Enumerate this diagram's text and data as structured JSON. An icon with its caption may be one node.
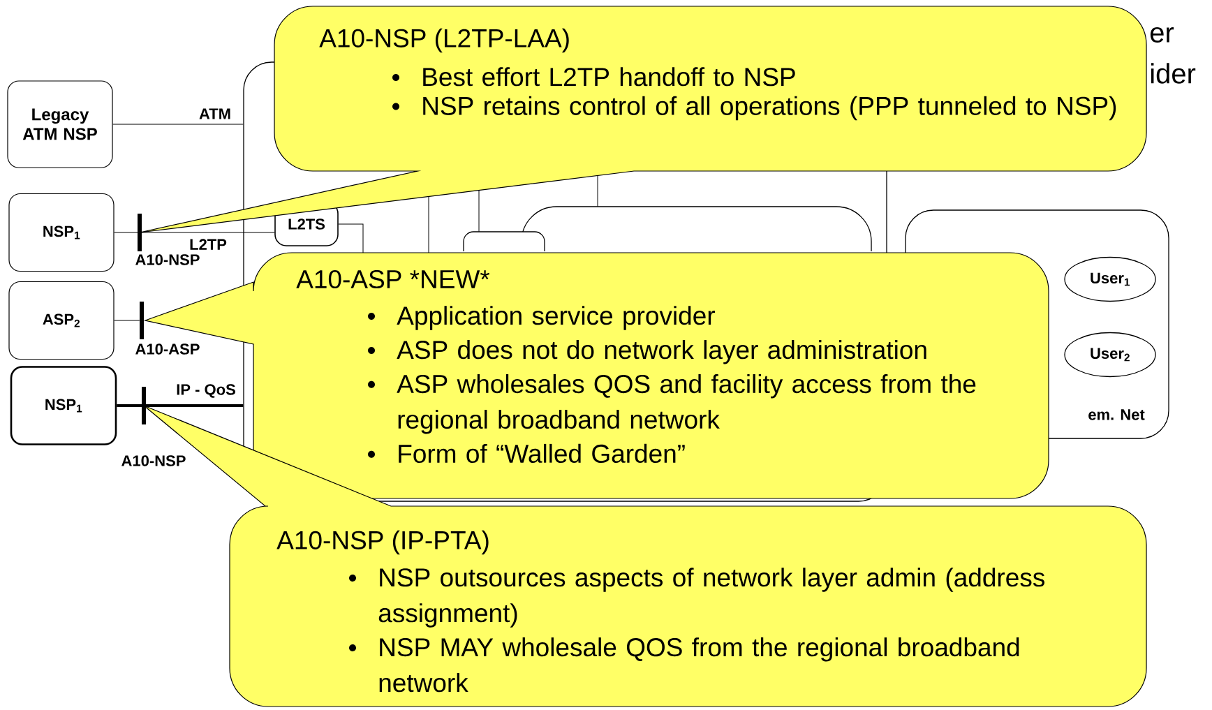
{
  "diagram": {
    "nodes": [
      {
        "text": [
          "Legacy ATM NSP"
        ]
      },
      {
        "text": [
          "NSP$_{1}$"
        ]
      },
      {
        "text": [
          "ASP$_{2}$"
        ]
      },
      {
        "text": [
          "NSP$_{1}$"
        ]
      },
      {
        "text": [],
        "shape": "box"
      },
      {
        "text": [
          "L2TS"
        ],
        "in": 4
      },
      {
        "text": [],
        "shape": "box",
        "in": 4
      },
      {
        "text": [],
        "shape": "box",
        "in": 4
      },
      {
        "text": [
          "em. Net"
        ]
      },
      {
        "text": [
          "User$_{1}$"
        ],
        "in": 8
      },
      {
        "text": [
          "User$_{2}$"
        ],
        "in": 8
      },
      {
        "text": [
          "A10-NSP (L2TP-LAA)",
          "Best effort L2TP handoff to NSP",
          "NSP retains control of all operations (PPP tunneled to NSP)"
        ]
      },
      {
        "text": [
          "A10-ASP *NEW*",
          "Application service provider",
          "ASP does not do network layer administration",
          "ASP wholesales QOS and facility access from the regional broadband network",
          "Form of “Walled Garden”"
        ]
      },
      {
        "text": [
          "A10-NSP (IP-PTA)",
          "NSP outsources aspects of network layer admin (address assignment)",
          "NSP MAY wholesale QOS from the regional broadband network"
        ]
      },
      {
        "text": [],
        "shape": "bar"
      }
    ],
    "edges": [
      {
        "from": 0,
        "to": 4,
        "arrow": "none",
        "label": "ATM"
      },
      {
        "from": 1,
        "to": 5,
        "arrow": "none",
        "label": "L2TP"
      },
      {
        "from": 2,
        "to": 14,
        "arrow": "none"
      },
      {
        "from": 3,
        "to": 4,
        "arrow": "none",
        "label": "IP - QoS",
        "style": "thick"
      },
      {
        "from": 11,
        "to": 7,
        "arrow": "none"
      },
      {
        "from": 11,
        "to": 6,
        "arrow": "none"
      },
      {
        "from": 5,
        "to": 12,
        "arrow": "none"
      },
      {
        "from": 11,
        "to": 12,
        "arrow": "none"
      }
    ],
    "labels": [
      "er",
      "ider",
      "A10-NSP",
      "A10-ASP",
      "A10-NSP"
    ]
  }
}
